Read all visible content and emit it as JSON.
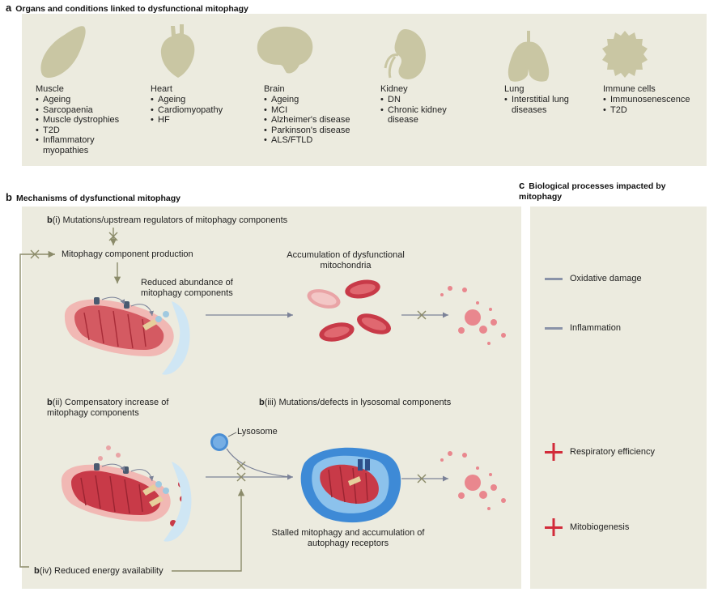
{
  "panel_a": {
    "letter": "a",
    "title": "Organs and conditions linked to dysfunctional mitophagy",
    "organs": [
      {
        "name": "Muscle",
        "icon": "muscle-icon",
        "conditions": [
          "Ageing",
          "Sarcopaenia",
          "Muscle dystrophies",
          "T2D",
          "Inflammatory myopathies"
        ]
      },
      {
        "name": "Heart",
        "icon": "heart-icon",
        "conditions": [
          "Ageing",
          "Cardiomyopathy",
          "HF"
        ]
      },
      {
        "name": "Brain",
        "icon": "brain-icon",
        "conditions": [
          "Ageing",
          "MCI",
          "Alzheimer's disease",
          "Parkinson's disease",
          "ALS/FTLD"
        ]
      },
      {
        "name": "Kidney",
        "icon": "kidney-icon",
        "conditions": [
          "DN",
          "Chronic kidney disease"
        ]
      },
      {
        "name": "Lung",
        "icon": "lung-icon",
        "conditions": [
          "Interstitial lung diseases"
        ]
      },
      {
        "name": "Immune cells",
        "icon": "immune-cell-icon",
        "conditions": [
          "Immunosenescence",
          "T2D"
        ]
      }
    ]
  },
  "panel_b": {
    "letter": "b",
    "title": "Mechanisms of dysfunctional mitophagy",
    "bi": {
      "tag": "b",
      "suffix": "(i) Mutations/upstream regulators of mitophagy components"
    },
    "production": "Mitophagy component production",
    "reduced": "Reduced abundance of mitophagy components",
    "accumulation": "Accumulation of dysfunctional mitochondria",
    "bii": {
      "tag": "b",
      "suffix": "(ii) Compensatory increase of mitophagy components"
    },
    "biii": {
      "tag": "b",
      "suffix": "(iii) Mutations/defects in lysosomal components"
    },
    "lysosome": "Lysosome",
    "stalled": "Stalled mitophagy and accumulation of autophagy receptors",
    "biv": {
      "tag": "b",
      "suffix": "(iv) Reduced energy availability"
    }
  },
  "panel_c": {
    "letter": "c",
    "title": "Biological processes impacted by mitophagy",
    "items": [
      {
        "sign": "minus",
        "label": "Oxidative damage"
      },
      {
        "sign": "minus",
        "label": "Inflammation"
      },
      {
        "sign": "plus",
        "label": "Respiratory efficiency"
      },
      {
        "sign": "plus",
        "label": "Mitobiogenesis"
      }
    ]
  },
  "colors": {
    "panel_bg": "#ecebdf",
    "icon_fill": "#c9c6a3",
    "mito_red": "#c83a48",
    "mito_pale": "#e9a4a6",
    "cell_pink": "#f1b8b4",
    "lysosome_blue": "#4a8ed4",
    "minus_gray": "#8a93a8",
    "plus_red": "#d22b3a",
    "arrow_olive": "#8b8b6a"
  }
}
